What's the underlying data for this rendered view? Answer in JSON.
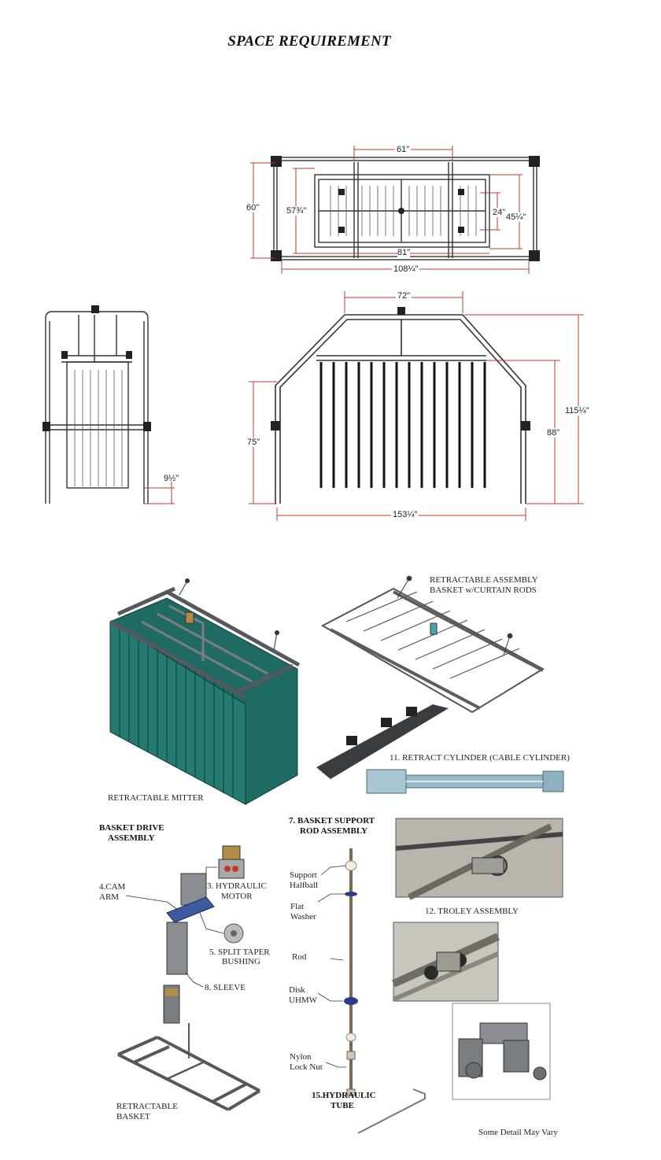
{
  "title": "SPACE REQUIREMENT",
  "dimensions": {
    "top_width_61": "61\"",
    "top_height_60": "60\"",
    "top_height_57": "57¾\"",
    "top_24": "24\"",
    "top_45": "45¼\"",
    "top_81": "81\"",
    "top_108": "108¼\"",
    "side_9": "9½\"",
    "front_72": "72\"",
    "front_75": "75\"",
    "front_88": "88\"",
    "front_115": "115¼\"",
    "front_153": "153¼\""
  },
  "captions": {
    "retractable_mitter": "RETRACTABLE MITTER",
    "retract_assembly_line1": "RETRACTABLE  ASSEMBLY",
    "retract_assembly_line2": "BASKET w/CURTAIN RODS",
    "retract_cylinder": "11. RETRACT CYLINDER (CABLE CYLINDER)",
    "basket_drive_line1": "BASKET DRIVE",
    "basket_drive_line2": "ASSEMBLY",
    "cam_arm_line1": "4.CAM",
    "cam_arm_line2": "ARM",
    "hydraulic_motor_line1": "3. HYDRAULIC",
    "hydraulic_motor_line2": "MOTOR",
    "split_taper_line1": "5. SPLIT TAPER",
    "split_taper_line2": "BUSHING",
    "sleeve": "8. SLEEVE",
    "retractable_basket_line1": "RETRACTABLE",
    "retractable_basket_line2": "BASKET",
    "basket_support_line1": "7. BASKET SUPPORT",
    "basket_support_line2": "ROD ASSEMBLY",
    "support_halfball_line1": "Support",
    "support_halfball_line2": "Halfball",
    "flat_washer_line1": "Flat",
    "flat_washer_line2": "Washer",
    "rod": "Rod",
    "disk_line1": "Disk",
    "disk_line2": "UHMW",
    "nylon_line1": "Nylon",
    "nylon_line2": "Lock Nut",
    "hydraulic_tube_line1": "15.HYDRAULIC",
    "hydraulic_tube_line2": "TUBE",
    "trolley": "12. TROLEY ASSEMBLY",
    "footer": "Some Detail May Vary"
  },
  "colors": {
    "dimension_line": "#c0392b",
    "curtain": "#1f6b63",
    "steel": "#6f7377",
    "cylinder": "#9ab9c8",
    "cam_arm": "#3d5a9e"
  }
}
